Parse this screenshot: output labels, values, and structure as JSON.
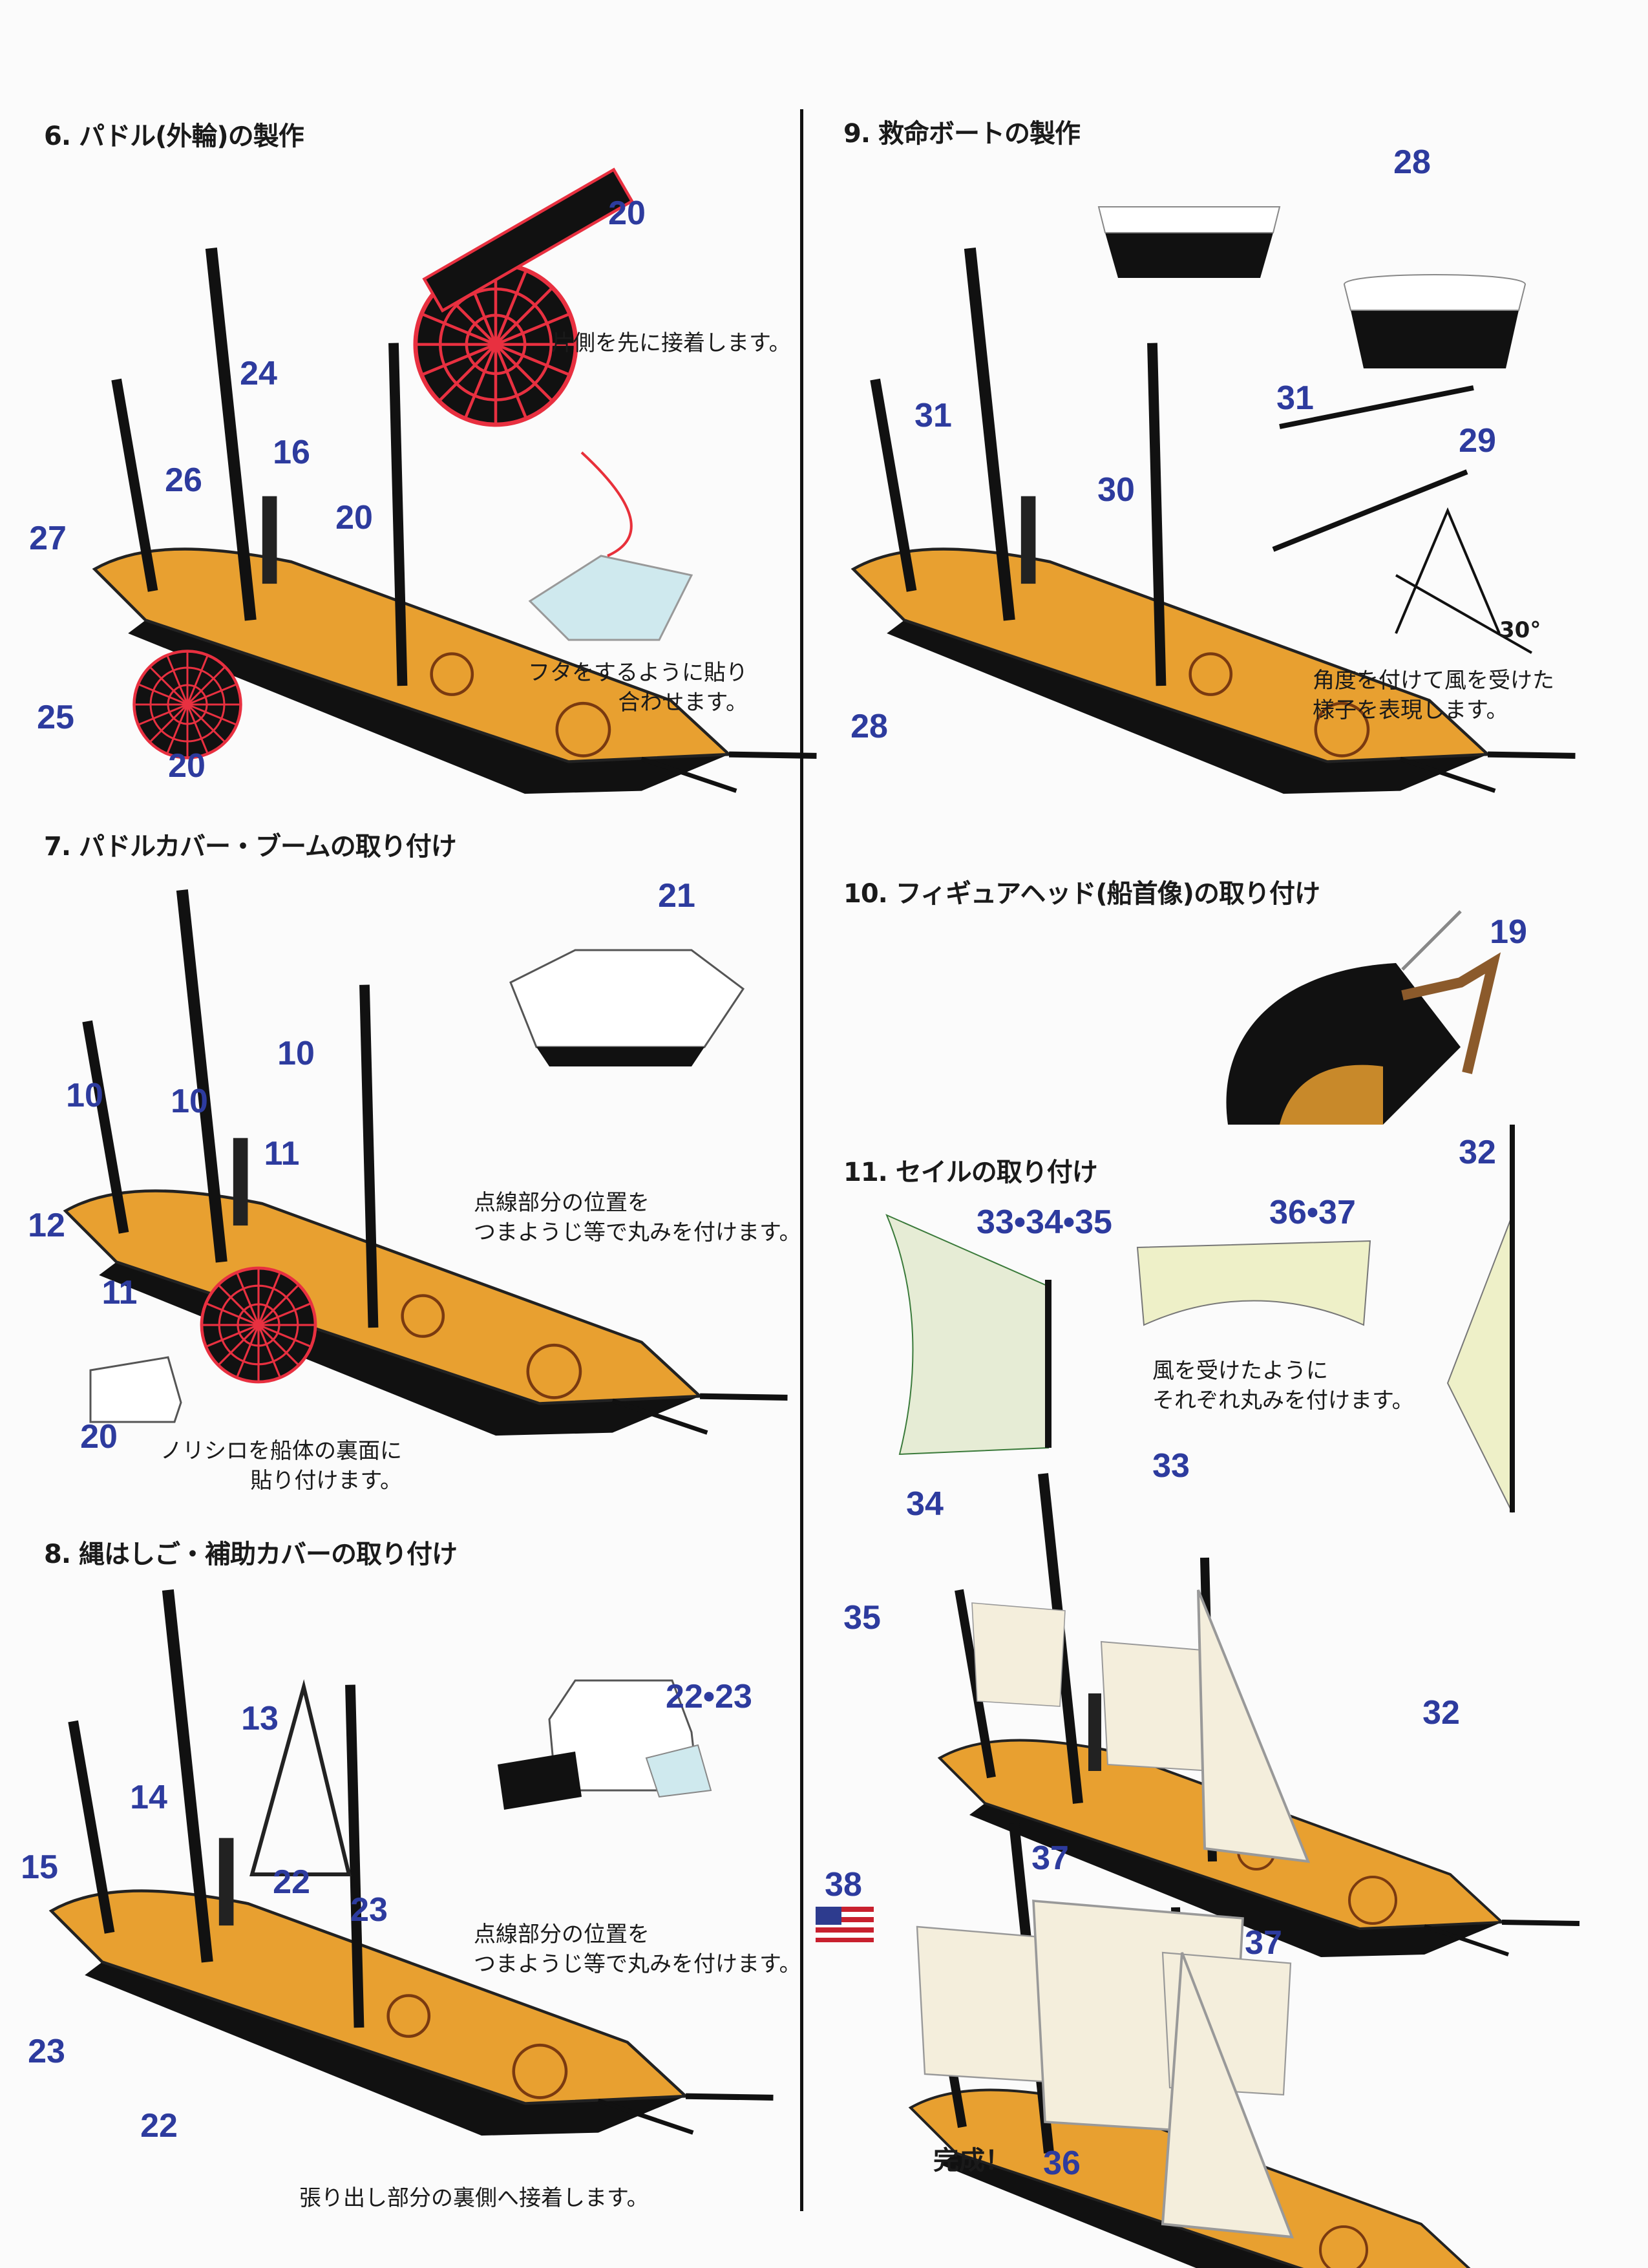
{
  "sections": {
    "s6": {
      "title": "6. パドル(外輪)の製作"
    },
    "s7": {
      "title": "7. パドルカバー・ブームの取り付け"
    },
    "s8": {
      "title": "8. 縄はしご・補助カバーの取り付け"
    },
    "s9": {
      "title": "9. 救命ボートの製作"
    },
    "s10": {
      "title": "10. フィギュアヘッド(船首像)の取り付け"
    },
    "s11": {
      "title": "11. セイルの取り付け"
    }
  },
  "captions": {
    "s6_a": "片側を先に接着します。",
    "s6_b1": "フタをするように貼り",
    "s6_b2": "合わせます。",
    "s7_a1": "点線部分の位置を",
    "s7_a2": "つまようじ等で丸みを付けます。",
    "s7_b1": "ノリシロを船体の裏面に",
    "s7_b2": "貼り付けます。",
    "s8_a1": "点線部分の位置を",
    "s8_a2": "つまようじ等で丸みを付けます。",
    "s8_b": "張り出し部分の裏側へ接着します。",
    "s9_a1": "角度を付けて風を受けた",
    "s9_a2": "様子を表現します。",
    "s9_angle": "30°",
    "s11_a1": "風を受けたように",
    "s11_a2": "それぞれ丸みを付けます。",
    "s11_done": "完成！"
  },
  "parts": {
    "s6": [
      "20",
      "24",
      "16",
      "26",
      "20",
      "27",
      "25",
      "20"
    ],
    "s7": [
      "21",
      "10",
      "10",
      "10",
      "11",
      "12",
      "11",
      "20"
    ],
    "s8": [
      "22•23",
      "13",
      "14",
      "15",
      "22",
      "23",
      "23",
      "22"
    ],
    "s9": [
      "28",
      "31",
      "31",
      "29",
      "30",
      "28"
    ],
    "s10": [
      "19"
    ],
    "s11": [
      "33•34•35",
      "36•37",
      "32",
      "33",
      "34",
      "35",
      "32",
      "37",
      "38",
      "37",
      "36"
    ]
  },
  "colors": {
    "part_number": "#2d3b9e",
    "deck": "#e8a030",
    "hull": "#111111",
    "arrow": "#e8303a",
    "paddle": "#e83040"
  }
}
